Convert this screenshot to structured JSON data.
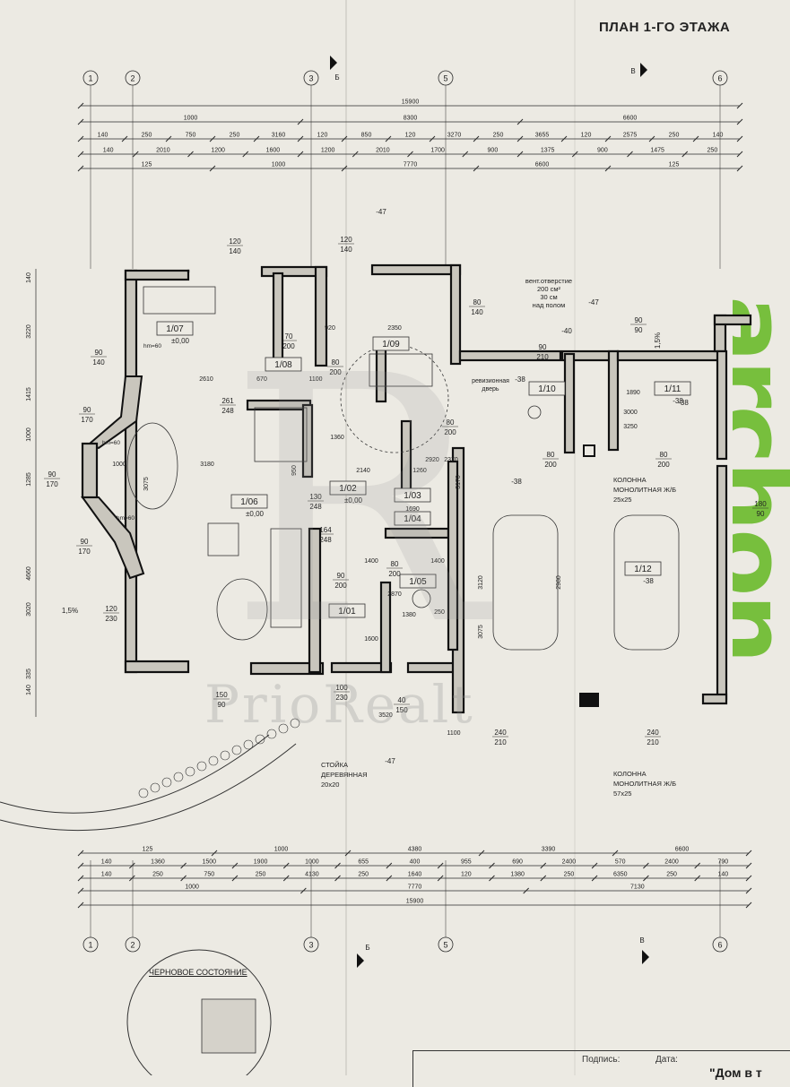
{
  "sheet": {
    "title": "ПЛАН 1-ГО ЭТАЖА",
    "logo_text": "archon",
    "watermark_text": "PrioRealt",
    "watermark_mark": "R"
  },
  "axes": {
    "top": [
      "1",
      "2",
      "3",
      "5",
      "6"
    ],
    "bottom": [
      "1",
      "2",
      "3",
      "5",
      "6"
    ],
    "section_marks": [
      "Б",
      "В"
    ]
  },
  "dimensions": {
    "top_overall": "15900",
    "top_row1": [
      "1000",
      "8300",
      "6600"
    ],
    "top_row2": [
      "140",
      "250",
      "750",
      "250",
      "3160",
      "120",
      "850",
      "120",
      "3270",
      "250",
      "3655",
      "120",
      "2575",
      "250",
      "140"
    ],
    "top_row3": [
      "140",
      "2010",
      "1200",
      "1600",
      "1200",
      "2010",
      "1700",
      "900",
      "1375",
      "900",
      "1475",
      "250"
    ],
    "top_row4": [
      "125",
      "1000",
      "7770",
      "6600",
      "125"
    ],
    "bottom_row1": [
      "125",
      "1000",
      "4380",
      "3390",
      "6600"
    ],
    "bottom_row2": [
      "140",
      "1360",
      "1500",
      "1900",
      "1000",
      "655",
      "400",
      "955",
      "690",
      "2400",
      "570",
      "2400",
      "790"
    ],
    "bottom_row3": [
      "140",
      "250",
      "750",
      "250",
      "4130",
      "250",
      "1640",
      "120",
      "1380",
      "250",
      "6350",
      "250",
      "140"
    ],
    "bottom_row4": [
      "1000",
      "7770",
      "7130"
    ],
    "bottom_overall": "15900",
    "left": [
      "140",
      "3220",
      "1415",
      "1000",
      "1285",
      "4660",
      "3020",
      "335",
      "140"
    ],
    "interior": [
      "2610",
      "670",
      "920",
      "2350",
      "1100",
      "1360",
      "950",
      "3170",
      "3180",
      "1000",
      "3075",
      "2140",
      "1260",
      "2920",
      "1690",
      "1400",
      "2870",
      "1380",
      "250",
      "1600",
      "3520",
      "3000",
      "3250",
      "1890",
      "2370",
      "3120",
      "3075",
      "1100",
      "1400",
      "2980"
    ]
  },
  "rooms": [
    {
      "id": "1/07",
      "level": "±0,00"
    },
    {
      "id": "1/09",
      "level": ""
    },
    {
      "id": "1/10",
      "level": ""
    },
    {
      "id": "1/11",
      "level": "-38"
    },
    {
      "id": "1/06",
      "level": "±0,00"
    },
    {
      "id": "1/02",
      "level": "±0,00"
    },
    {
      "id": "1/03",
      "level": ""
    },
    {
      "id": "1/04",
      "level": ""
    },
    {
      "id": "1/05",
      "level": ""
    },
    {
      "id": "1/01",
      "level": ""
    },
    {
      "id": "1/12",
      "level": "-38"
    },
    {
      "id": "1/08",
      "level": ""
    }
  ],
  "openings": [
    {
      "label": "120/140"
    },
    {
      "label": "120/140"
    },
    {
      "label": "90/140"
    },
    {
      "label": "90/170"
    },
    {
      "label": "90/170"
    },
    {
      "label": "90/170"
    },
    {
      "label": "120/230"
    },
    {
      "label": "70/200"
    },
    {
      "label": "80/200"
    },
    {
      "label": "80/140"
    },
    {
      "label": "90/210"
    },
    {
      "label": "90/90"
    },
    {
      "label": "261/248"
    },
    {
      "label": "130/248"
    },
    {
      "label": "164/248"
    },
    {
      "label": "80/200"
    },
    {
      "label": "80/200"
    },
    {
      "label": "80/200"
    },
    {
      "label": "80/200"
    },
    {
      "label": "90/200"
    },
    {
      "label": "150/90"
    },
    {
      "label": "40/150"
    },
    {
      "label": "100/230"
    },
    {
      "label": "240/210"
    },
    {
      "label": "240/210"
    },
    {
      "label": "180/90"
    }
  ],
  "levels": [
    "-47",
    "-47",
    "-47",
    "-38",
    "-38",
    "-40",
    "-38"
  ],
  "notes": {
    "vent": [
      "вент.отверстие",
      "200 см²",
      "30 см",
      "над полом"
    ],
    "revision": [
      "ревизионная",
      "дверь"
    ],
    "column_top": [
      "КОЛОННА",
      "МОНОЛИТНАЯ Ж/Б",
      "25х25"
    ],
    "column_bottom": [
      "КОЛОННА",
      "МОНОЛИТНАЯ Ж/Б",
      "57х25"
    ],
    "post": [
      "СТОЙКА",
      "ДЕРЕВЯННАЯ",
      "20х20"
    ],
    "slope": "1,5%",
    "hm": "hm=60",
    "rough_state": "ЧЕРНОВОЕ СОСТОЯНИЕ"
  },
  "title_block": {
    "signature": "Подпись:",
    "date": "Дата:",
    "project": "\"Дом в т"
  }
}
